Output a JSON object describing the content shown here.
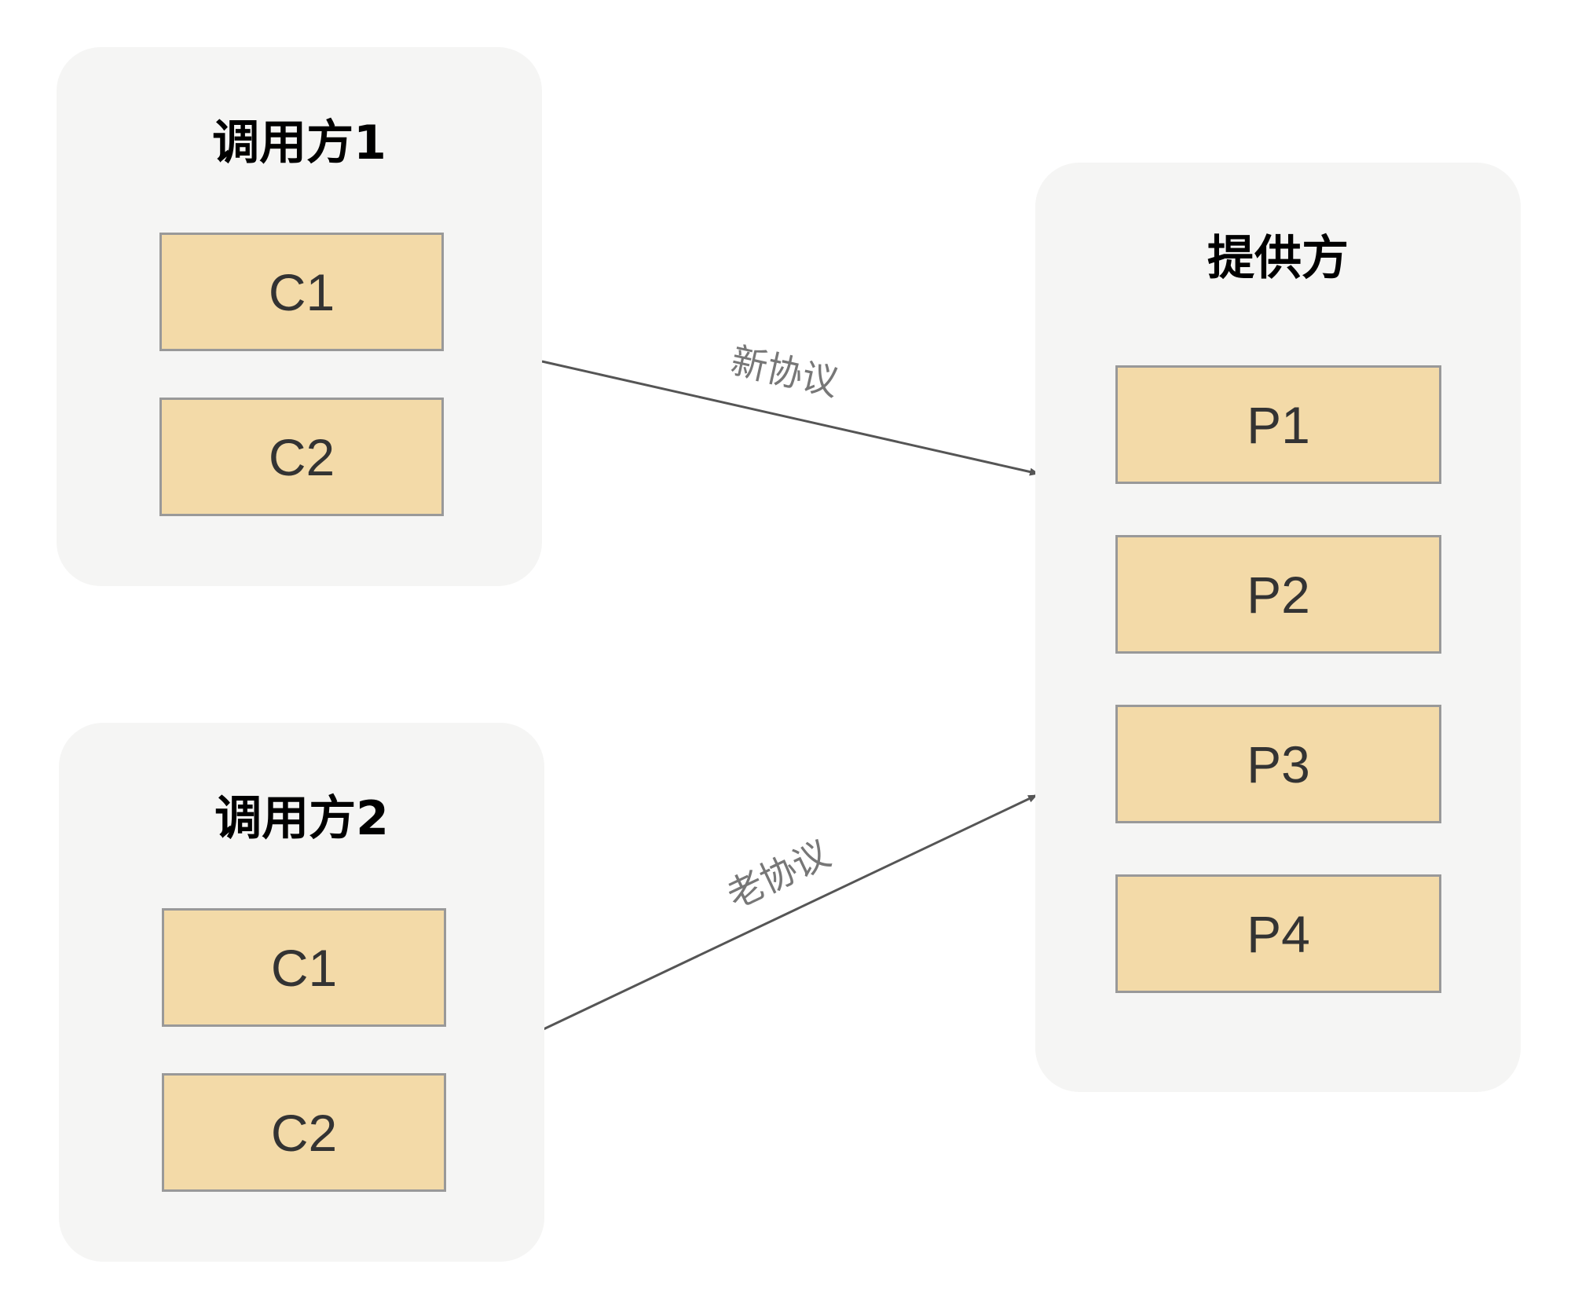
{
  "caller1": {
    "title": "调用方1",
    "nodes": [
      "C1",
      "C2"
    ]
  },
  "caller2": {
    "title": "调用方2",
    "nodes": [
      "C1",
      "C2"
    ]
  },
  "provider": {
    "title": "提供方",
    "nodes": [
      "P1",
      "P2",
      "P3",
      "P4"
    ]
  },
  "edges": {
    "new_protocol": "新协议",
    "old_protocol": "老协议"
  },
  "colors": {
    "group_background": "#f5f5f4",
    "node_fill": "#f3daa8",
    "node_border": "#999999",
    "arrow": "#555555"
  }
}
